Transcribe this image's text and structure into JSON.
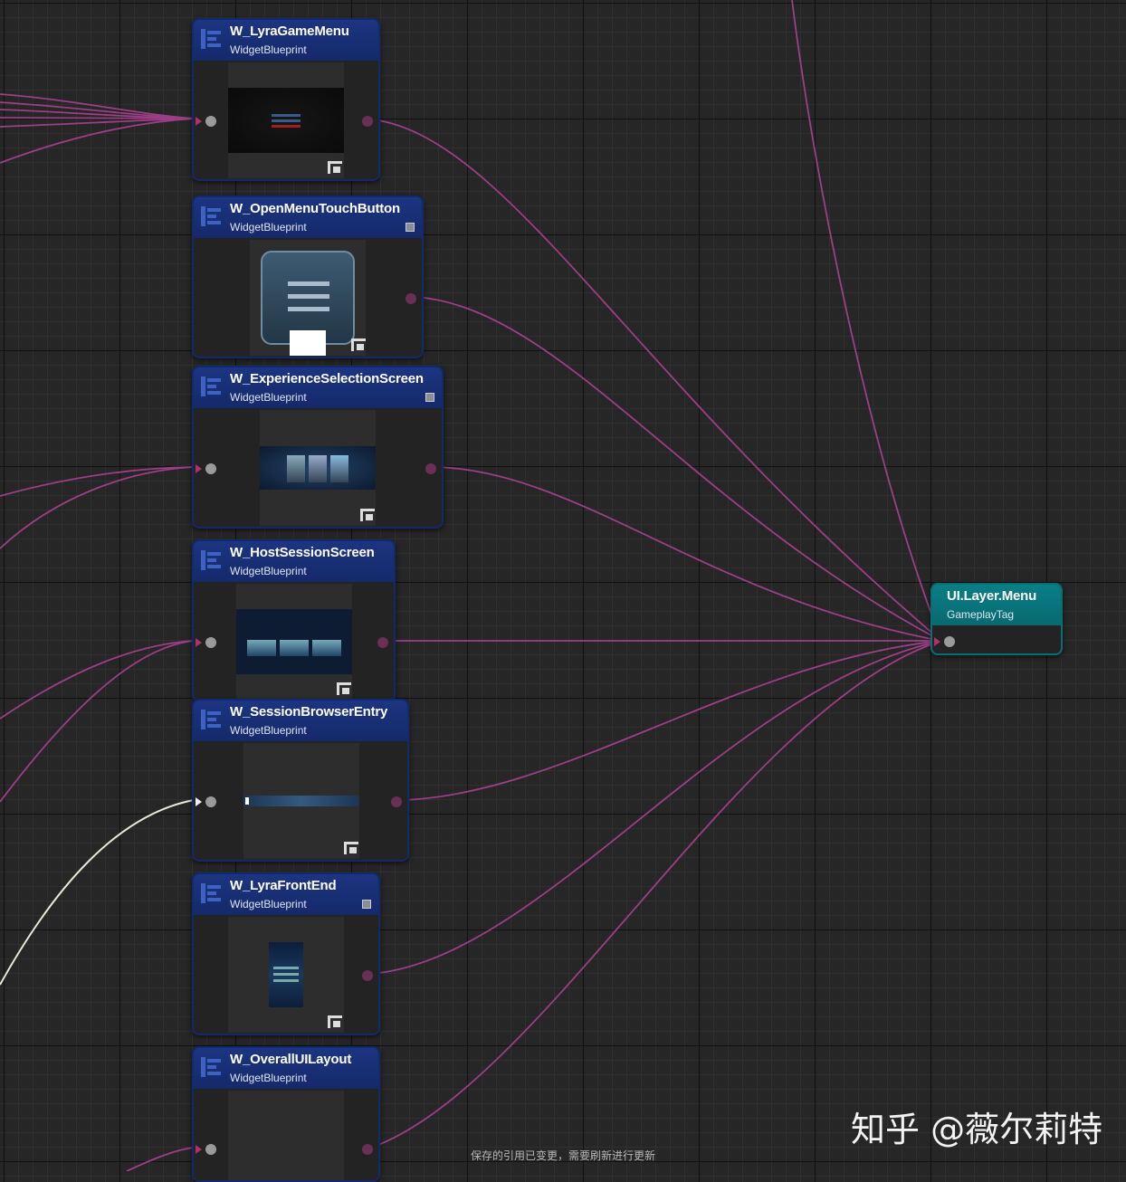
{
  "nodes": [
    {
      "title": "W_LyraGameMenu",
      "subtitle": "WidgetBlueprint"
    },
    {
      "title": "W_OpenMenuTouchButton",
      "subtitle": "WidgetBlueprint"
    },
    {
      "title": "W_ExperienceSelectionScreen",
      "subtitle": "WidgetBlueprint"
    },
    {
      "title": "W_HostSessionScreen",
      "subtitle": "WidgetBlueprint"
    },
    {
      "title": "W_SessionBrowserEntry",
      "subtitle": "WidgetBlueprint"
    },
    {
      "title": "W_LyraFrontEnd",
      "subtitle": "WidgetBlueprint"
    },
    {
      "title": "W_OverallUILayout",
      "subtitle": "WidgetBlueprint"
    }
  ],
  "tag_node": {
    "title": "UI.Layer.Menu",
    "subtitle": "GameplayTag"
  },
  "watermark": "知乎 @薇尔莉特",
  "status_message": "保存的引用已变更，需要刷新进行更新",
  "colors": {
    "widget_header": "#1c3582",
    "tag_header": "#0a7e86",
    "wire": "#9b3f86",
    "wire_selected": "#e8e8d8",
    "canvas": "#262626"
  }
}
